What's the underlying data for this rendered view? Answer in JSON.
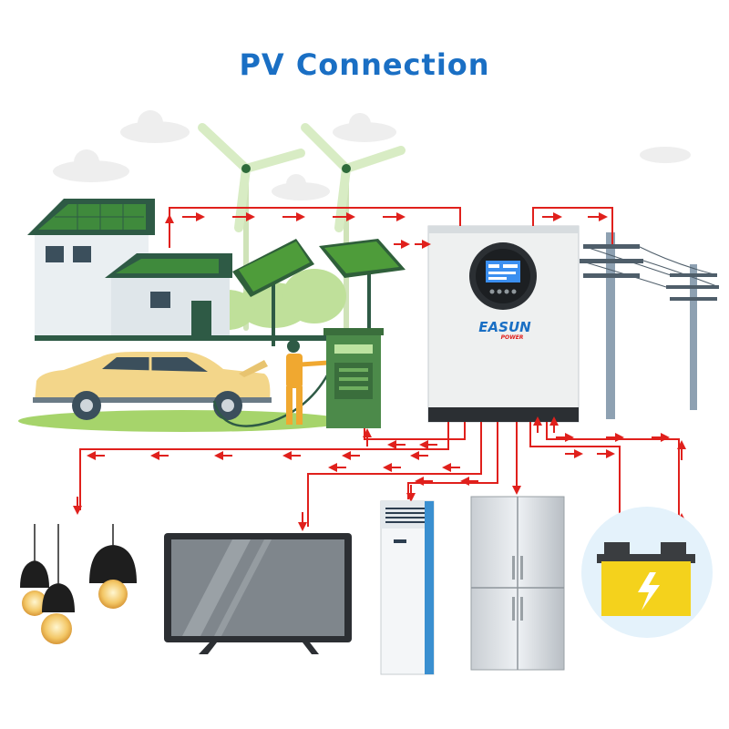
{
  "title": "PV Connection",
  "inverter": {
    "brand": "EASUN",
    "brand_sub": "POWER"
  },
  "colors": {
    "title": "#1a6fc4",
    "wire": "#e0201c",
    "inverter_body": "#eef0f0",
    "battery": "#f4d21c",
    "grass": "#8cc63f"
  },
  "icons": [
    "house-icon",
    "wind-turbine-icon",
    "solar-panel-icon",
    "electric-car-icon",
    "charging-station-icon",
    "worker-icon",
    "inverter-icon",
    "utility-pole-icon",
    "light-bulb-icon",
    "television-icon",
    "air-conditioner-icon",
    "refrigerator-icon",
    "battery-icon"
  ]
}
